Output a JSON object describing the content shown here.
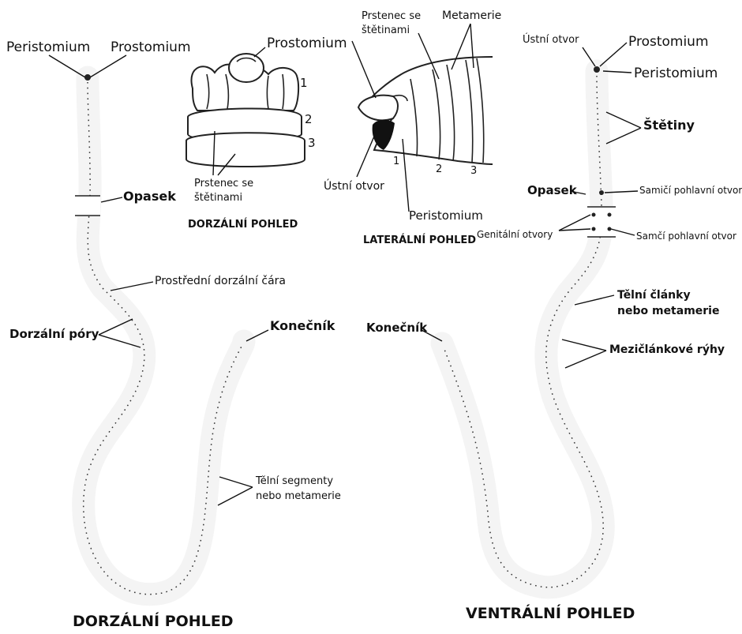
{
  "figure": {
    "dorsal_worm": {
      "peristomium": "Peristomium",
      "prostomium": "Prostomium",
      "clitellum": "Opasek",
      "mid_dorsal_line": "Prostřední dorzální čára",
      "dorsal_pores": "Dorzální póry",
      "anus": "Konečník",
      "segments_line1": "Tělní segmenty",
      "segments_line2": "nebo metamerie",
      "caption": "DORZÁLNÍ POHLED"
    },
    "dorsal_head": {
      "prostomium": "Prostomium",
      "num1": "1",
      "num2": "2",
      "num3": "3",
      "setae_ring_line1": "Prstenec se",
      "setae_ring_line2": "štětinami",
      "caption": "DORZÁLNÍ POHLED"
    },
    "lateral_head": {
      "setae_ring_line1": "Prstenec se",
      "setae_ring_line2": "štětinami",
      "metameres": "Metamerie",
      "mouth": "Ústní otvor",
      "peristomium": "Peristomium",
      "num1": "1",
      "num2": "2",
      "num3": "3",
      "caption": "LATERÁLNÍ POHLED"
    },
    "ventral_worm": {
      "mouth": "Ústní otvor",
      "prostomium": "Prostomium",
      "peristomium": "Peristomium",
      "setae": "Štětiny",
      "clitellum": "Opasek",
      "female_pore": "Samičí pohlavní otvor",
      "genital_openings": "Genitální otvory",
      "male_pore": "Samčí pohlavní otvor",
      "segments_line1": "Tělní články",
      "segments_line2": "nebo metamerie",
      "grooves": "Mezičlánkové rýhy",
      "anus": "Konečník",
      "caption": "VENTRÁLNÍ POHLED"
    }
  }
}
